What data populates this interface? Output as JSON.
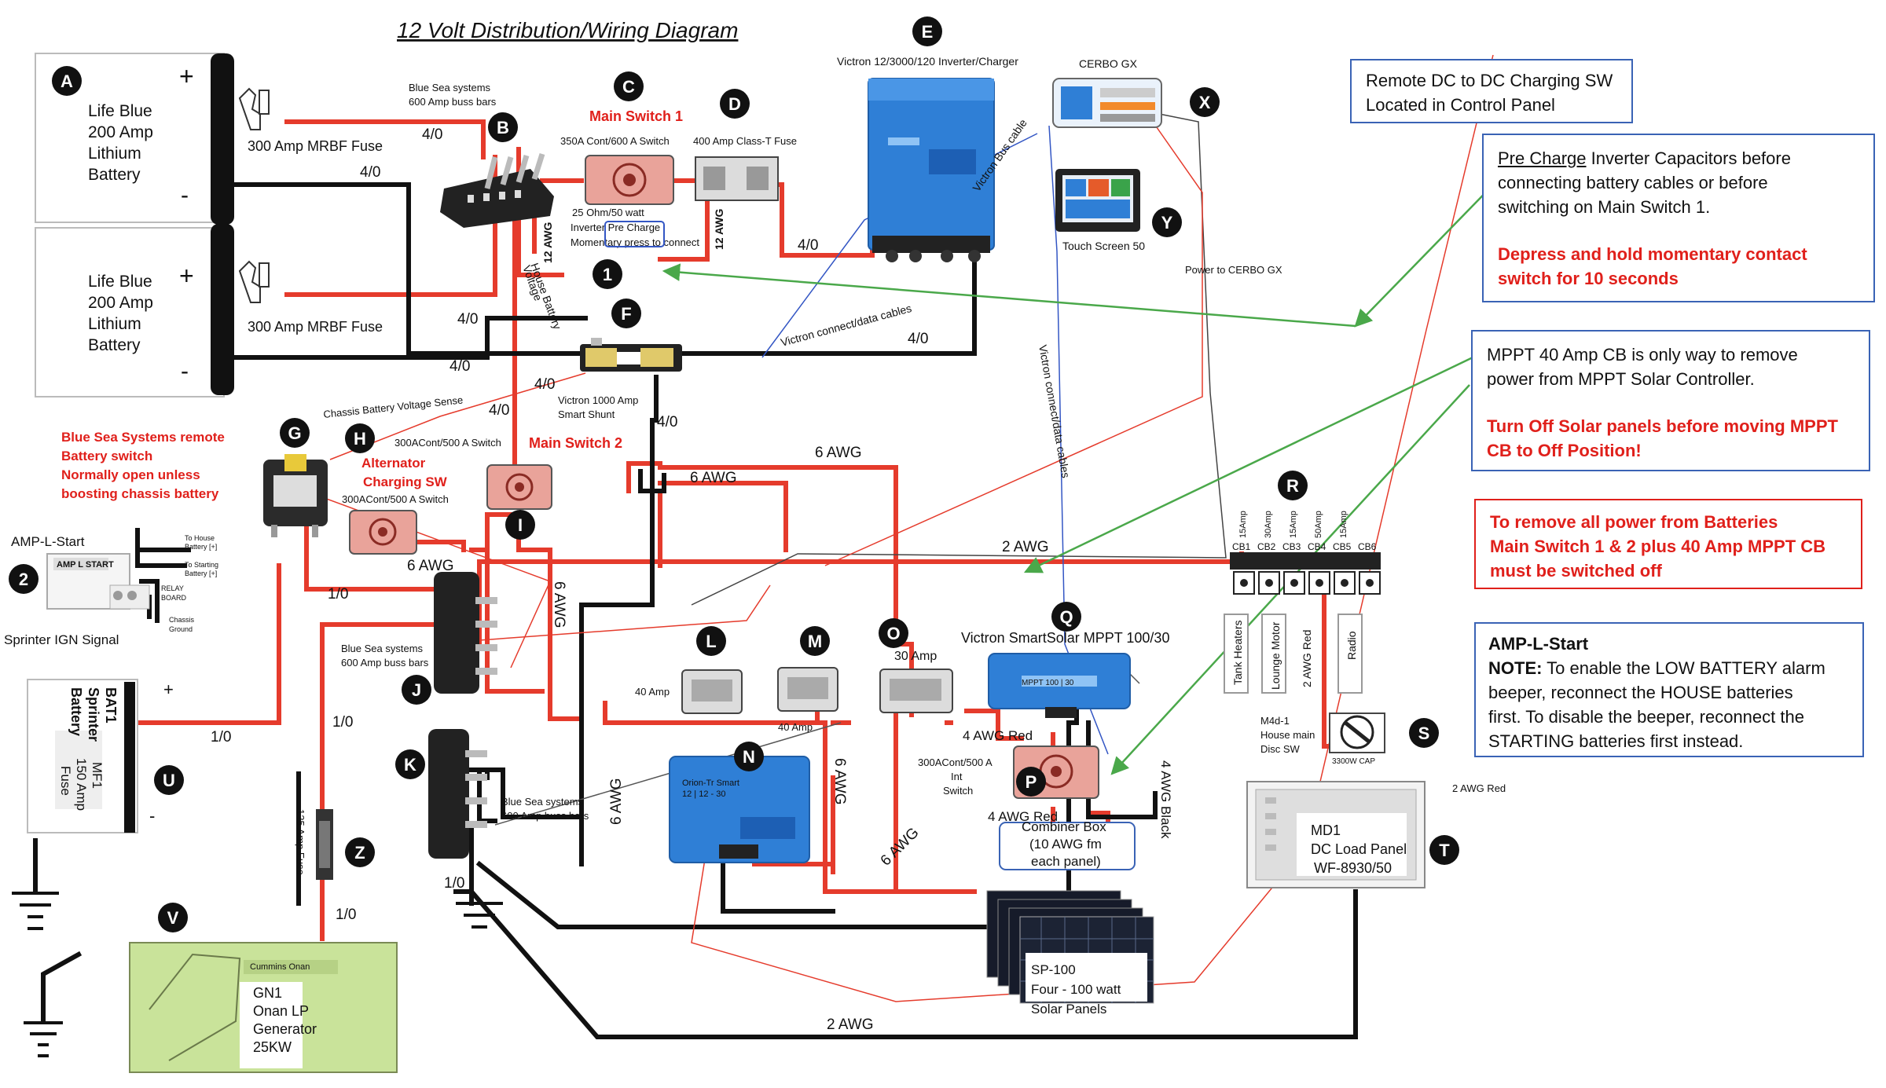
{
  "title": "12 Volt Distribution/Wiring Diagram",
  "markers": {
    "A": "A",
    "B": "B",
    "C": "C",
    "D": "D",
    "E": "E",
    "F": "F",
    "G": "G",
    "H": "H",
    "I": "I",
    "J": "J",
    "K": "K",
    "L": "L",
    "M": "M",
    "N": "N",
    "O": "O",
    "P": "P",
    "Q": "Q",
    "R": "R",
    "S": "S",
    "T": "T",
    "U": "U",
    "V": "V",
    "X": "X",
    "Y": "Y",
    "Z": "Z",
    "one": "1",
    "two": "2"
  },
  "battery1": {
    "l1": "Life Blue",
    "l2": "200 Amp",
    "l3": "Lithium",
    "l4": "Battery",
    "plus": "+",
    "minus": "-"
  },
  "battery2": {
    "l1": "Life Blue",
    "l2": "200 Amp",
    "l3": "Lithium",
    "l4": "Battery",
    "plus": "+",
    "minus": "-"
  },
  "labels": {
    "fuse1": "300 Amp MRBF Fuse",
    "fuse2": "300 Amp MRBF Fuse",
    "w40a": "4/0",
    "w40b": "4/0",
    "w40c": "4/0",
    "w40d": "4/0",
    "w40e": "4/0",
    "w40f": "4/0",
    "w40g": "4/0",
    "w40h": "4/0",
    "w40i": "4/0",
    "buss_b1": "Blue Sea systems",
    "buss_b2": "600 Amp buss bars",
    "main1": "Main Switch 1",
    "main1_sw": "350A Cont/600 A Switch",
    "classT": "400 Amp Class-T Fuse",
    "precharge1": "25 Ohm/50 watt",
    "precharge2": "Inverter Pre Charge",
    "precharge3": "Momentary press to connect",
    "awg12a": "12 AWG",
    "awg12b": "12 AWG",
    "house_v": "House Battery",
    "voltage": "Voltage",
    "inverter": "Victron 12/3000/120 Inverter/Charger",
    "vebus": "Victron  Bus cable",
    "cerbo": "CERBO GX",
    "touch": "Touch Screen 50",
    "power_cerbo": "Power to CERBO GX",
    "vconnect1": "Victron connect/data cables",
    "vconnect2": "Victron connect/data cables",
    "shunt1": "Victron 1000 Amp",
    "shunt2": "Smart Shunt",
    "chassis_sense": "Chassis Battery Voltage Sense",
    "bs_remote1": "Blue Sea Systems remote",
    "bs_remote2": "Battery switch",
    "bs_remote3": "Normally open unless",
    "bs_remote4": "boosting chassis battery",
    "alt1": "Alternator",
    "alt2": "Charging SW",
    "h_sw": "300ACont/500 A Switch",
    "main2_sw": "300ACont/500 A Switch",
    "main2": "Main Switch 2",
    "awg6a": "6 AWG",
    "awg6b": "6 AWG",
    "awg6c": "6 AWG",
    "awg6d": "6 AWG",
    "awg6e": "6 AWG",
    "awg6f": "6 AWG",
    "awg6g": "6 AWG",
    "awg2a": "2 AWG",
    "awg2b": "2 AWG",
    "amp_l_start": "AMP-L-Start",
    "to_house": "To House",
    "to_house2": "Battery [+]",
    "to_start": "To Starting",
    "to_start2": "Battery [+]",
    "relay1": "RELAY",
    "relay2": "BOARD",
    "chassis_gnd1": "Chassis",
    "chassis_gnd2": "Ground",
    "sprinter_ign": "Sprinter IGN Signal",
    "w10a": "1/0",
    "w10b": "1/0",
    "w10c": "1/0",
    "w10d": "1/0",
    "w10e": "1/0",
    "buss_j1": "Blue Sea systems",
    "buss_j2": "600 Amp buss bars",
    "buss_k1": "Blue Sea systems",
    "buss_k2": "600 Amp buss bars",
    "bat1_1": "BAT1",
    "bat1_2": "Sprinter",
    "bat1_3": "Battery",
    "mf1_1": "MF1",
    "mf1_2": "150 Amp",
    "mf1_3": "Fuse",
    "fuse125": "125 Amp Fuse",
    "amp40a": "40 Amp",
    "amp40b": "40 Amp",
    "amp30": "30 Amp",
    "orion1": "Orion-Tr Smart",
    "orion2": "12 | 12 - 30",
    "mppt_title": "Victron SmartSolar MPPT 100/30",
    "mppt_box": "MPPT 100 | 30",
    "awg4red": "4 AWG Red",
    "awg4red2": "4 AWG Red",
    "awg4black": "4 AWG Black",
    "int_sw1": "300ACont/500 A",
    "int_sw2": "Int",
    "int_sw3": "Switch",
    "combiner1": "Combiner Box",
    "combiner2": "(10 AWG fm",
    "combiner3": "each panel)",
    "sp1": "SP-100",
    "sp2": "Four - 100 watt",
    "sp3": "Solar Panels",
    "cb": [
      "CB1",
      "CB2",
      "CB3",
      "CB4",
      "CB5",
      "CB6"
    ],
    "cb_amp": [
      "15Amp",
      "30Amp",
      "15Amp",
      "50Amp",
      "15Amp"
    ],
    "tank": "Tank Heaters",
    "lounge": "Lounge Motor",
    "awg2red_v": "2 AWG Red",
    "radio": "Radio",
    "m4d1": "M4d-1",
    "house_main": "House main",
    "disc_sw": "Disc SW",
    "cap": "3300W CAP",
    "awg2red_t": "2 AWG Red",
    "md1_1": "MD1",
    "md1_2": "DC Load Panel",
    "md1_3": "WF-8930/50",
    "gn1_1": "GN1",
    "gn1_2": "Onan LP",
    "gn1_3": "Generator",
    "gn1_4": "25KW",
    "gen_brand": "Cummins Onan"
  },
  "notes": {
    "remote1": "Remote DC to DC Charging SW",
    "remote2": "Located in Control Panel",
    "pre1a": "Pre Charge",
    "pre1b": " Inverter Capacitors  before",
    "pre2": "connecting battery cables or before",
    "pre3": "switching on Main Switch 1.",
    "pre4": "Depress and hold momentary contact",
    "pre5": "switch for 10 seconds",
    "mppt1": "MPPT 40 Amp CB is only way to remove",
    "mppt2": "power from MPPT Solar Controller.",
    "mppt3": "Turn Off Solar panels before moving MPPT",
    "mppt4": "CB to Off Position!",
    "rem1": "To remove all power from Batteries",
    "rem2": "Main Switch 1 & 2 plus 40 Amp MPPT CB",
    "rem3": "must be switched off",
    "amp1": "AMP-L-Start",
    "amp2a": "NOTE:",
    "amp2b": " To enable the LOW BATTERY alarm",
    "amp3": "beeper, reconnect the HOUSE batteries",
    "amp4": "first. To disable the beeper, reconnect the",
    "amp5": "STARTING batteries first instead."
  },
  "colors": {
    "wire_red": "#e53b2c",
    "wire_black": "#111111",
    "arrow_green": "#4aa84a",
    "victron_blue": "#2f7fd6",
    "note_border": "#3a63b5"
  }
}
